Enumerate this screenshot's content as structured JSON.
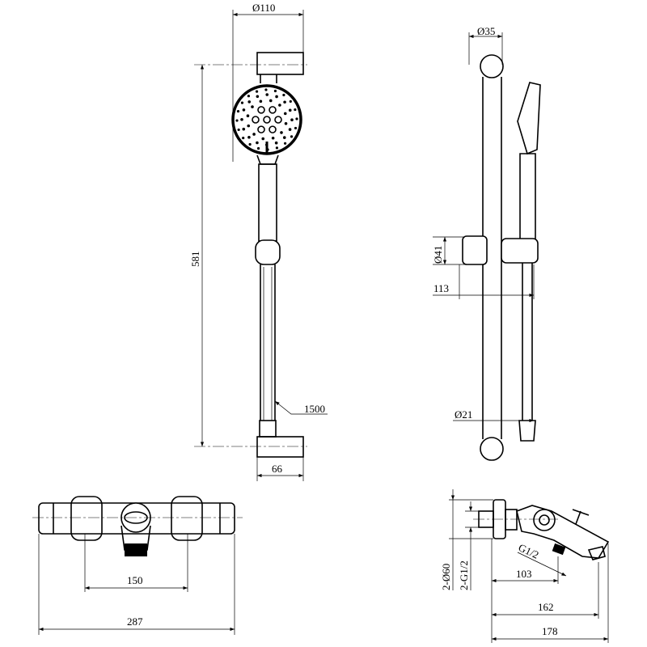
{
  "title": "Thermostatic shower set technical drawing",
  "front_view": {
    "head_diameter": "Ø110",
    "height": "581",
    "hose_length": "1500",
    "bracket_width": "66"
  },
  "side_view": {
    "rail_end_diameter": "Ø35",
    "slider_diameter": "Ø41",
    "projection": "113",
    "rail_diameter": "Ø21"
  },
  "mixer_front": {
    "center_distance": "150",
    "overall_width": "287"
  },
  "mixer_side": {
    "escutcheon": "2-Ø60",
    "inlet_thread": "2-G1/2",
    "outlet_thread": "G1/2",
    "outlet_depth": "103",
    "spout_depth": "162",
    "overall_depth": "178"
  },
  "colors": {
    "line": "#000000",
    "background": "#ffffff"
  }
}
